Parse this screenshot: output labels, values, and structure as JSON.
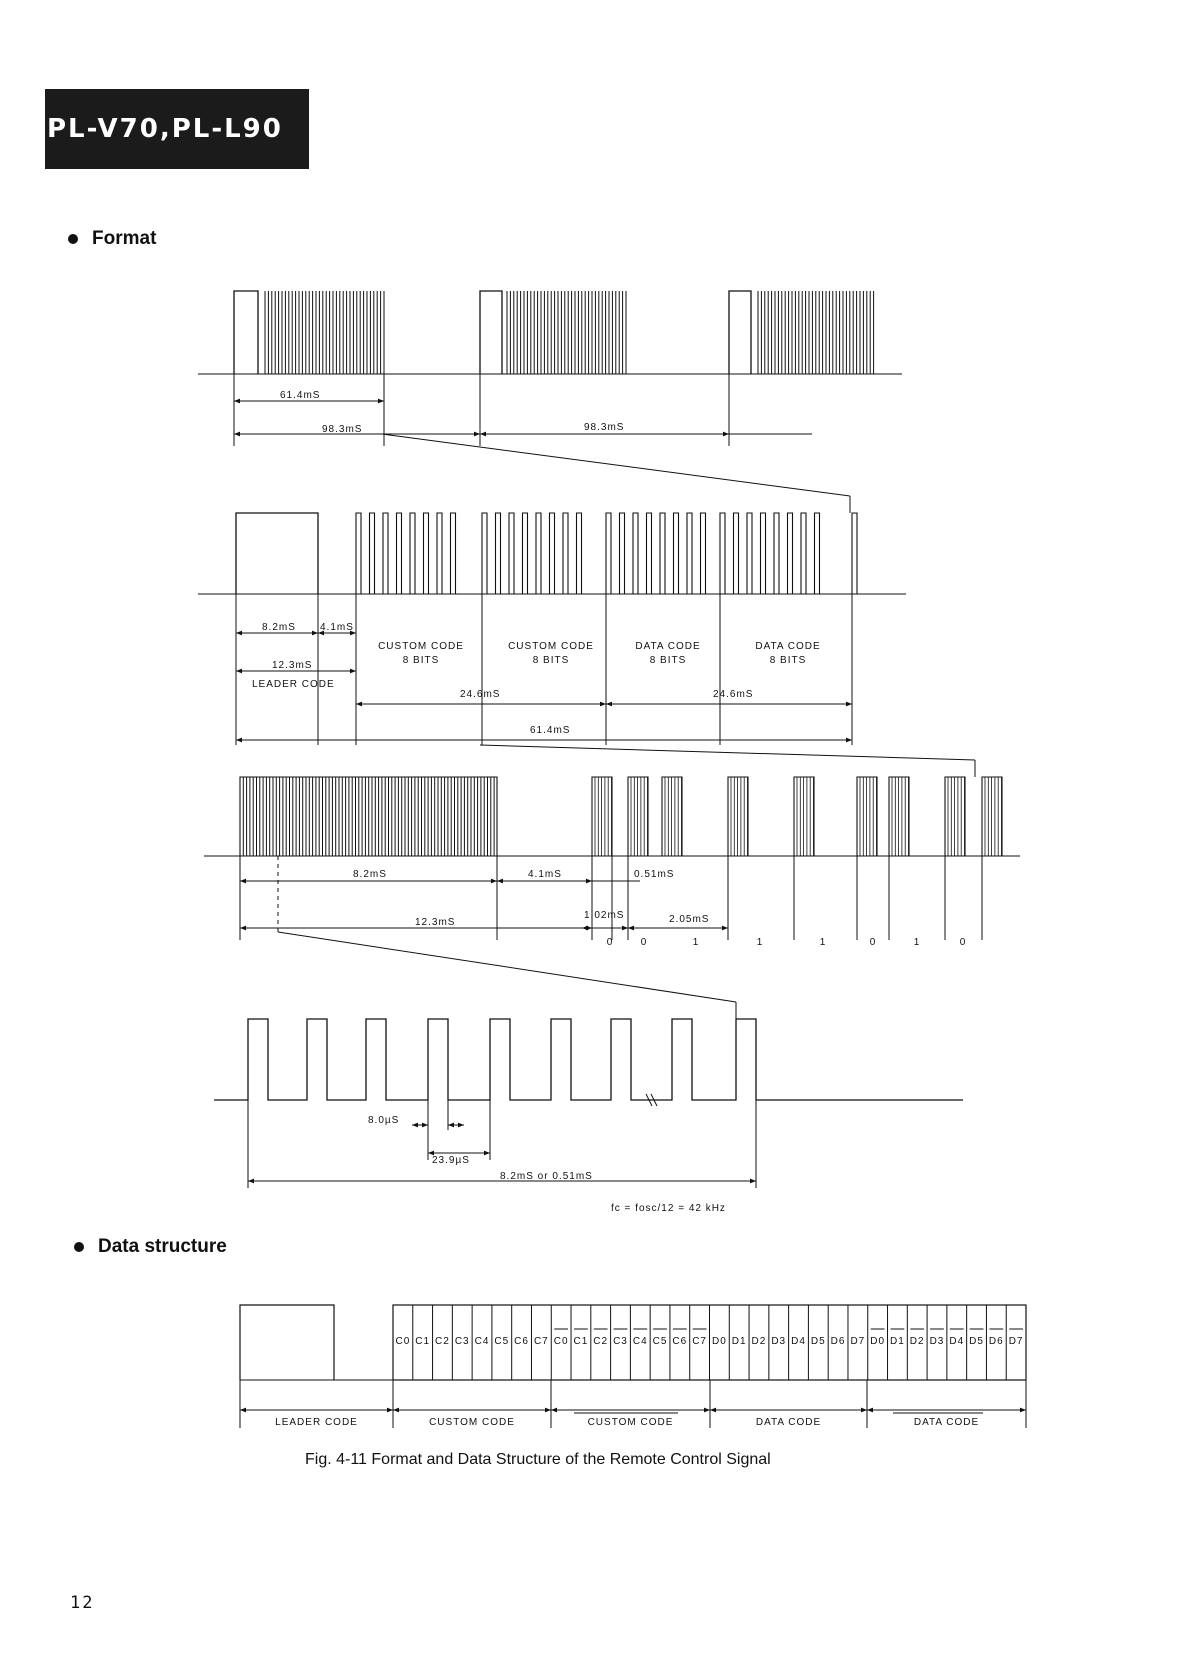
{
  "header": {
    "model": "PL-V70,PL-L90"
  },
  "sections": {
    "format_title": "Format",
    "data_structure_title": "Data structure"
  },
  "frame_timing": {
    "t_61_4": "61.4mS",
    "t_98_3_a": "98.3mS",
    "t_98_3_b": "98.3mS"
  },
  "frame_detail": {
    "t_8_2": "8.2mS",
    "t_4_1": "4.1mS",
    "t_12_3": "12.3mS",
    "leader_code": "LEADER CODE",
    "blocks": [
      {
        "line1": "CUSTOM CODE",
        "line2": "8 BITS"
      },
      {
        "line1": "CUSTOM CODE",
        "line2": "8 BITS"
      },
      {
        "line1": "DATA CODE",
        "line2": "8 BITS"
      },
      {
        "line1": "DATA CODE",
        "line2": "8 BITS"
      }
    ],
    "t_24_6_a": "24.6mS",
    "t_24_6_b": "24.6mS",
    "t_61_4": "61.4mS"
  },
  "bit_detail": {
    "t_8_2": "8.2mS",
    "t_4_1": "4.1mS",
    "t_0_51": "0.51mS",
    "t_12_3": "12.3mS",
    "t_1_02": "1.02mS",
    "t_2_05": "2.05mS",
    "bits": [
      "0",
      "0",
      "1",
      "1",
      "1",
      "0",
      "1",
      "0"
    ]
  },
  "carrier_detail": {
    "t_8_0us": "8.0µS",
    "t_23_9us": "23.9µS",
    "t_burst": "8.2mS  or  0.51mS",
    "fc": "fc = fosc/12 = 42 kHz"
  },
  "data_structure": {
    "cells": [
      "C0",
      "C1",
      "C2",
      "C3",
      "C4",
      "C5",
      "C6",
      "C7",
      "C0",
      "C1",
      "C2",
      "C3",
      "C4",
      "C5",
      "C6",
      "C7",
      "D0",
      "D1",
      "D2",
      "D3",
      "D4",
      "D5",
      "D6",
      "D7",
      "D0",
      "D1",
      "D2",
      "D3",
      "D4",
      "D5",
      "D6",
      "D7"
    ],
    "groups": [
      "LEADER  CODE",
      "CUSTOM  CODE",
      "CUSTOM  CODE",
      "DATA  CODE",
      "DATA  CODE"
    ]
  },
  "caption": "Fig. 4-11  Format and Data Structure of the Remote Control  Signal",
  "page_number": "12"
}
